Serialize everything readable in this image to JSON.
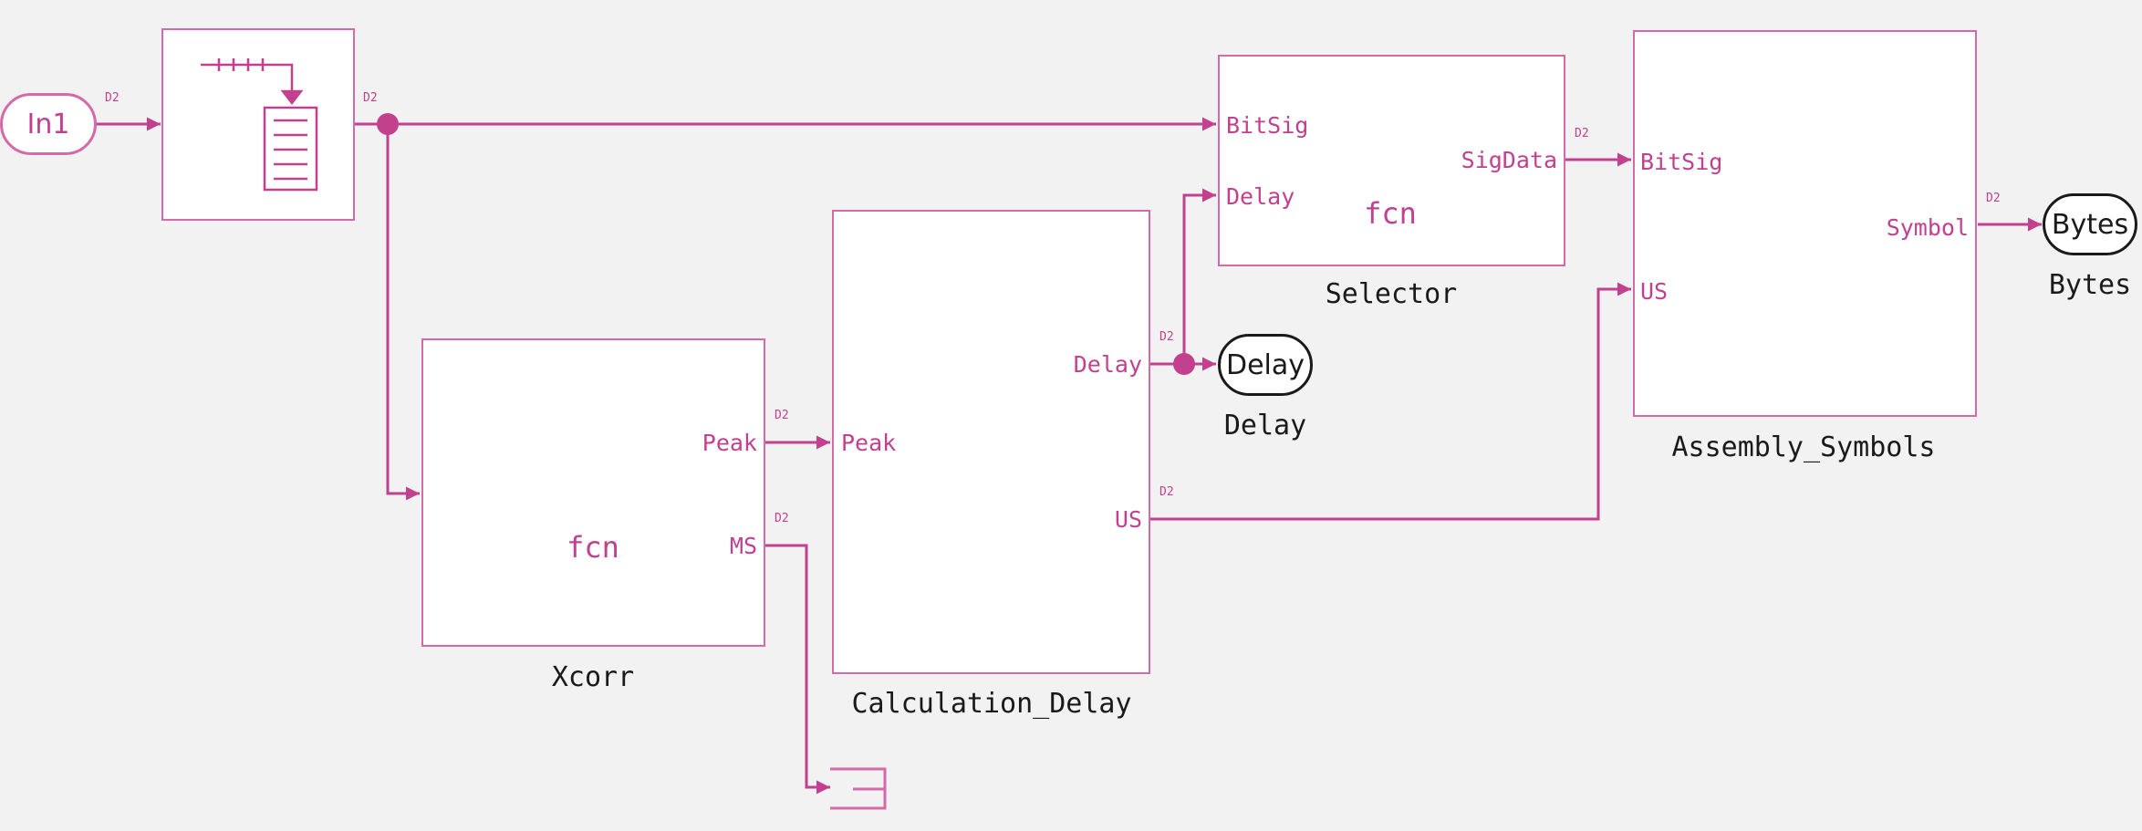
{
  "signal_label": "D2",
  "inport": {
    "label": "In1"
  },
  "blocks": {
    "xcorr": {
      "name": "Xcorr",
      "icon_text": "fcn",
      "ports_out": [
        "Peak",
        "MS"
      ]
    },
    "calc_delay": {
      "name": "Calculation_Delay",
      "ports_in": [
        "Peak"
      ],
      "ports_out": [
        "Delay",
        "US"
      ]
    },
    "selector": {
      "name": "Selector",
      "icon_text": "fcn",
      "ports_in": [
        "BitSig",
        "Delay"
      ],
      "ports_out": [
        "SigData"
      ]
    },
    "assembly": {
      "name": "Assembly_Symbols",
      "ports_in": [
        "BitSig",
        "US"
      ],
      "ports_out": [
        "Symbol"
      ]
    }
  },
  "outports": {
    "delay": {
      "label": "Delay",
      "name": "Delay"
    },
    "bytes": {
      "label": "Bytes",
      "name": "Bytes"
    }
  },
  "colors": {
    "signal": "#c2408d",
    "block_border": "#d46aa8",
    "outport_border": "#1a1a1a",
    "background": "#f2f2f2"
  },
  "icons": [
    "buffer-icon",
    "matlab-function-icon",
    "terminator-icon"
  ]
}
